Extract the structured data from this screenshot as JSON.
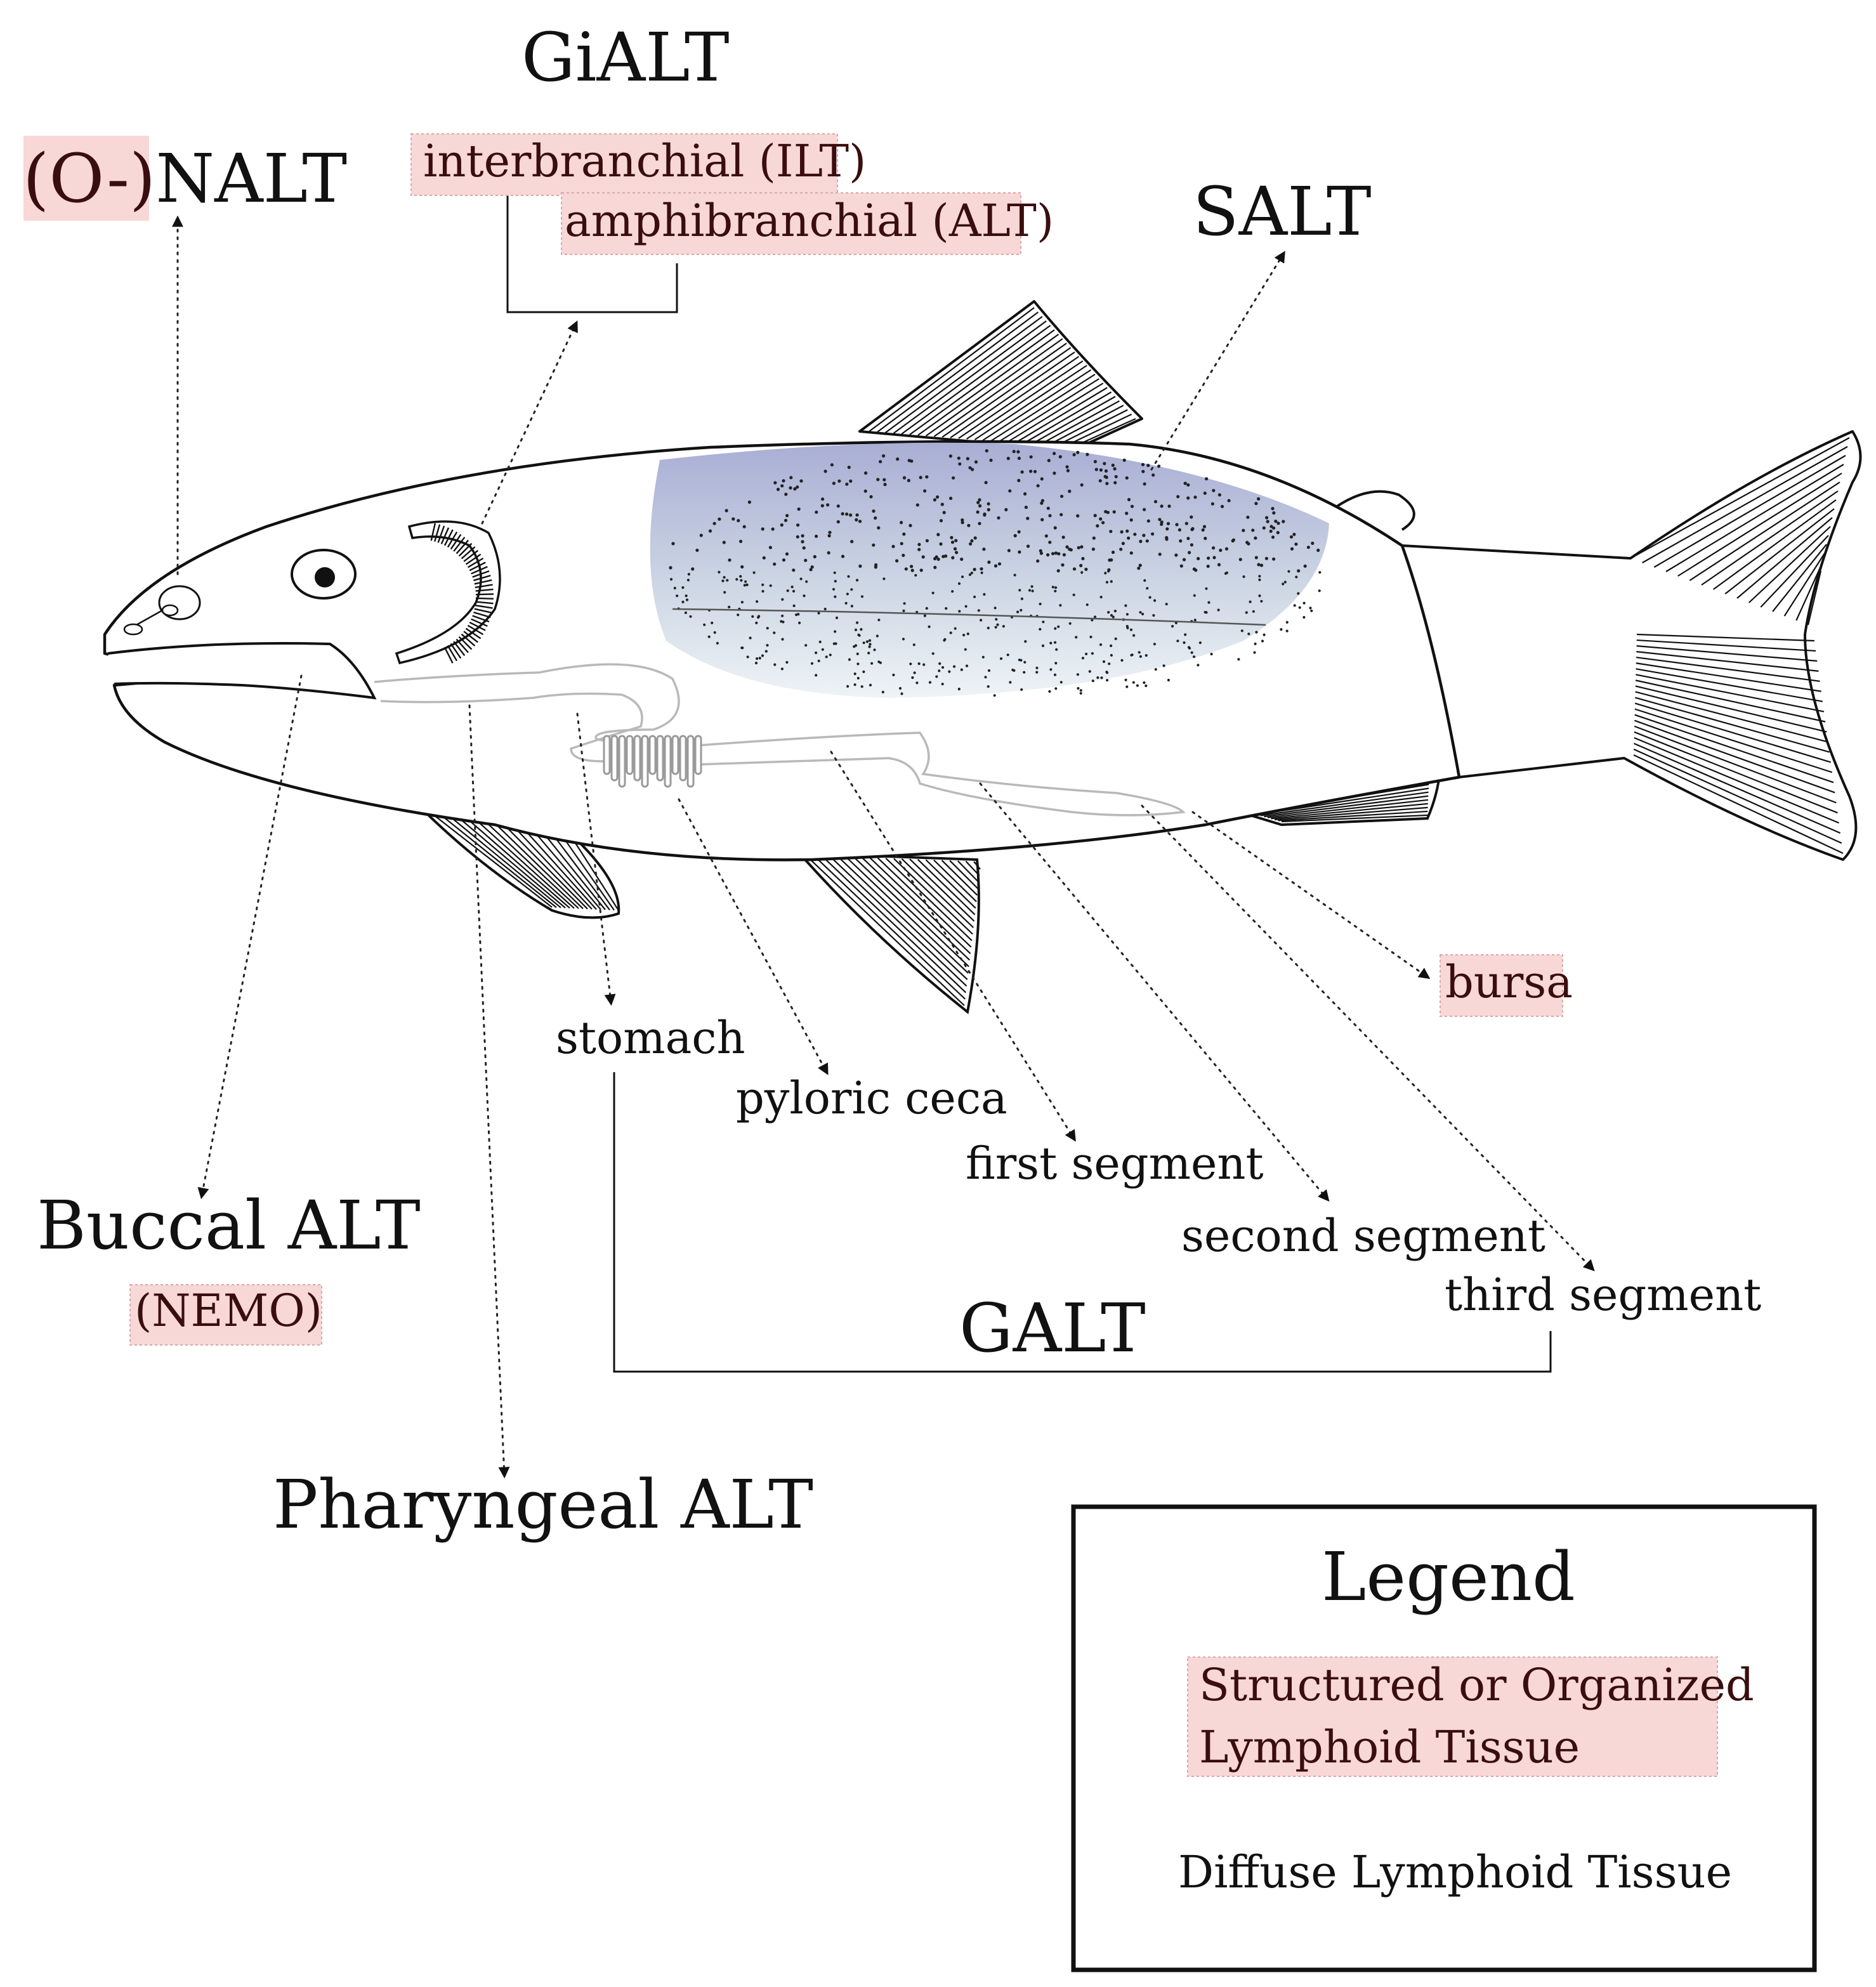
{
  "colors": {
    "organized_fill": "#f8d7d7",
    "organized_text": "#3a0e0e",
    "outline": "#111111",
    "gut": "#b9b9b9",
    "skin_blue": "#a9aed4"
  },
  "labels": {
    "onalt_prefix": "(O-)",
    "onalt_suffix": "NALT",
    "gialt": "GiALT",
    "interbranchial": "interbranchial (ILT)",
    "amphibranchial": "amphibranchial (ALT)",
    "salt": "SALT",
    "bursa": "bursa",
    "stomach": "stomach",
    "pyloric": "pyloric ceca",
    "first": "first segment",
    "second": "second segment",
    "third": "third segment",
    "galt": "GALT",
    "buccal": "Buccal ALT",
    "nemo": "(NEMO)",
    "pharyngeal": "Pharyngeal ALT"
  },
  "legend": {
    "title": "Legend",
    "organized_line1": "Structured or Organized",
    "organized_line2": "Lymphoid Tissue",
    "diffuse": "Diffuse Lymphoid Tissue"
  },
  "icons": {
    "fish": "salmonid-fish-outline",
    "gill": "gill-arch-icon",
    "eye": "eye-icon",
    "nostril": "nostril-icon",
    "arrow": "arrowhead-icon"
  }
}
